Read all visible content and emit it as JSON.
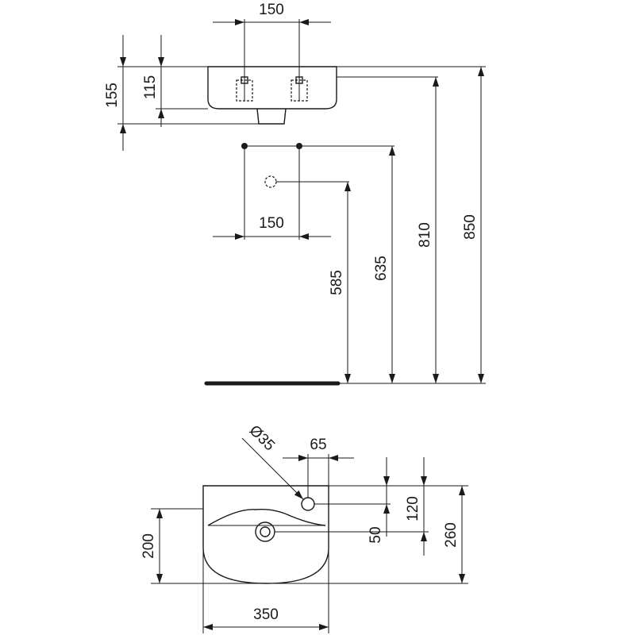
{
  "drawing": {
    "colors": {
      "line": "#1a1a1a",
      "background": "#ffffff",
      "floor": "#1a1a1a"
    },
    "dimensions": {
      "top_pipe_spacing": "150",
      "height_155": "155",
      "height_115": "115",
      "wall_pipe_spacing": "150",
      "waste_height": "585",
      "supply_height": "635",
      "rim_inner_height": "810",
      "rim_height": "850",
      "tap_hole_diameter": "Ø35",
      "tap_offset": "65",
      "tap_depth_50": "50",
      "tap_depth_120": "120",
      "basin_depth": "260",
      "drain_depth": "200",
      "basin_width": "350"
    }
  }
}
